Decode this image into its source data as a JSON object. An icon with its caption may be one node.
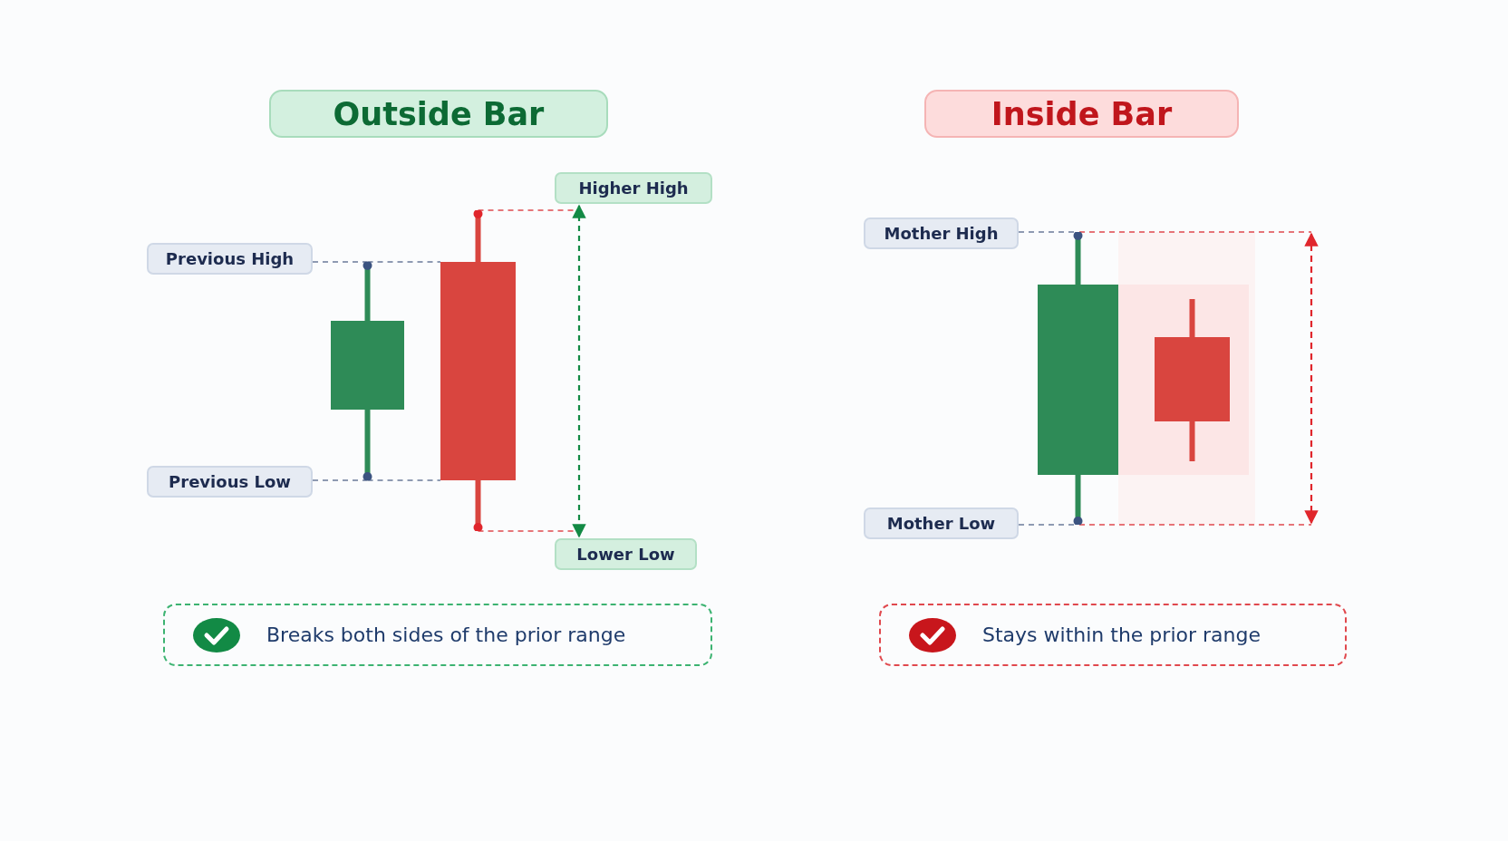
{
  "diagram": {
    "nodes": [
      {
        "text": [
          "Outside Bar"
        ]
      },
      {
        "text": [
          "Inside Bar"
        ]
      },
      {
        "text": [
          "Higher High"
        ]
      },
      {
        "text": [
          "Previous High"
        ]
      },
      {
        "text": [],
        "shape": "bar"
      },
      {
        "text": [],
        "shape": "bar"
      },
      {
        "text": [
          "Previous Low"
        ]
      },
      {
        "text": [
          "Lower Low"
        ]
      },
      {
        "text": [
          "Mother High"
        ]
      },
      {
        "text": [],
        "shape": "bar"
      },
      {
        "text": [],
        "shape": "bar"
      },
      {
        "text": [
          "Mother Low"
        ]
      },
      {
        "text": [
          "Breaks both sides of the prior range"
        ]
      },
      {
        "text": [
          "Stays within the prior range"
        ]
      }
    ],
    "edges": [
      {
        "from": 3,
        "to": 4,
        "arrow": "none",
        "style": "dashed"
      },
      {
        "from": 6,
        "to": 4,
        "arrow": "none",
        "style": "dashed"
      },
      {
        "from": 8,
        "to": 9,
        "arrow": "none",
        "style": "dashed"
      },
      {
        "from": 11,
        "to": 9,
        "arrow": "none",
        "style": "dashed"
      },
      {
        "from": 4,
        "to": 5,
        "arrow": "none",
        "style": "dashed"
      },
      {
        "from": 4,
        "to": 5,
        "arrow": "none",
        "style": "dashed"
      },
      {
        "from": 5,
        "to": 2,
        "arrow": "none",
        "style": "dashed",
        "color": "#e0484d"
      },
      {
        "from": 5,
        "to": 7,
        "arrow": "none",
        "style": "dashed",
        "color": "#e0484d"
      },
      {
        "from": 2,
        "to": 7,
        "arrow": "both",
        "style": "dashed",
        "color": "#138a45"
      }
    ]
  }
}
